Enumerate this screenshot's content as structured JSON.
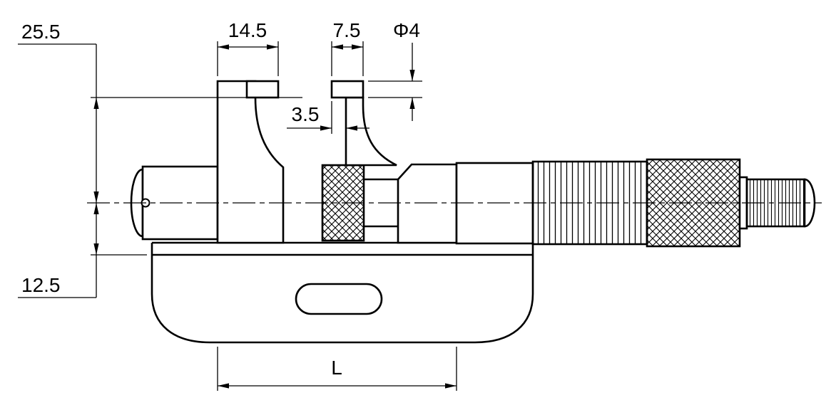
{
  "drawing": {
    "subject": "caliper-jaw micrometer dimensioned side view",
    "background_color": "#ffffff",
    "line_color": "#000000",
    "labels": {
      "upper_height": "25.5",
      "fixed_jaw_width": "14.5",
      "movable_jaw_width": "7.5",
      "tip_diameter": "Φ4",
      "step_width": "3.5",
      "lower_height": "12.5",
      "overall_length": "L"
    }
  }
}
